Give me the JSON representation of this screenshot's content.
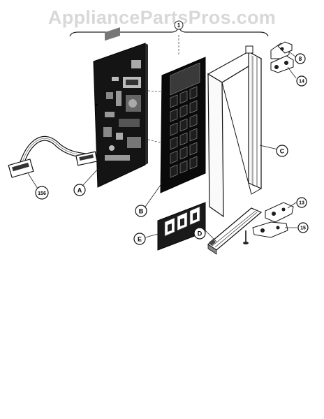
{
  "watermark": "AppliancePartsPros.com",
  "top_callout": "1",
  "callouts": {
    "a": "A",
    "b": "B",
    "c": "C",
    "d": "D",
    "e": "E",
    "c8": "8",
    "c14": "14",
    "c13": "13",
    "c15": "15",
    "c156": "156"
  }
}
